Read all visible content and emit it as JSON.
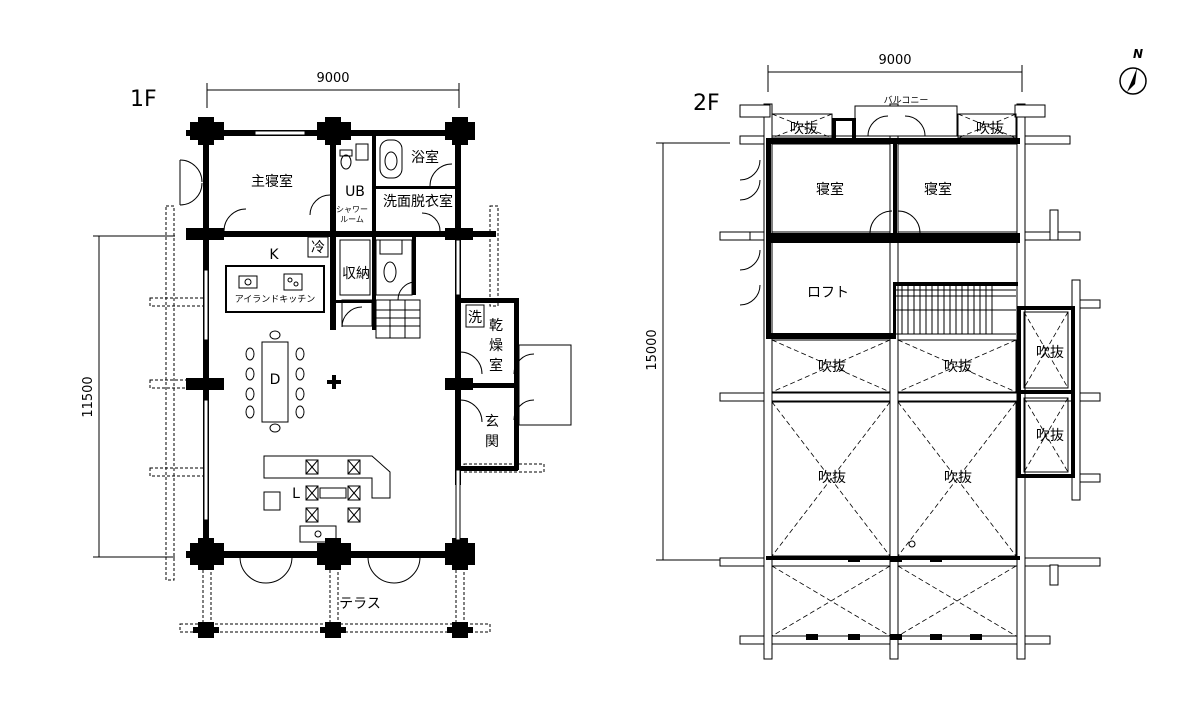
{
  "floor1": {
    "title": "1F",
    "dim_width": "9000",
    "dim_depth": "11500",
    "rooms": {
      "master_bedroom": "主寝室",
      "bath": "浴室",
      "ub": "UB",
      "shower1": "シャワー",
      "shower2": "ルーム",
      "washroom": "洗面脱衣室",
      "kitchen": "K",
      "fridge": "冷",
      "storage": "収納",
      "island": "アイランドキッチン",
      "washer": "洗",
      "drying1": "乾",
      "drying2": "燥",
      "drying3": "室",
      "dining": "D",
      "entrance1": "玄",
      "entrance2": "関",
      "living": "L",
      "terrace": "テラス"
    }
  },
  "floor2": {
    "title": "2F",
    "dim_width": "9000",
    "dim_depth": "15000",
    "rooms": {
      "balcony": "バルコニー",
      "void_tl": "吹抜",
      "void_tr": "吹抜",
      "bedroom1": "寝室",
      "bedroom2": "寝室",
      "loft": "ロフト",
      "void_m1": "吹抜",
      "void_m2": "吹抜",
      "void_side1": "吹抜",
      "void_side2": "吹抜",
      "void_big1": "吹抜",
      "void_big2": "吹抜"
    }
  },
  "compass": "N"
}
